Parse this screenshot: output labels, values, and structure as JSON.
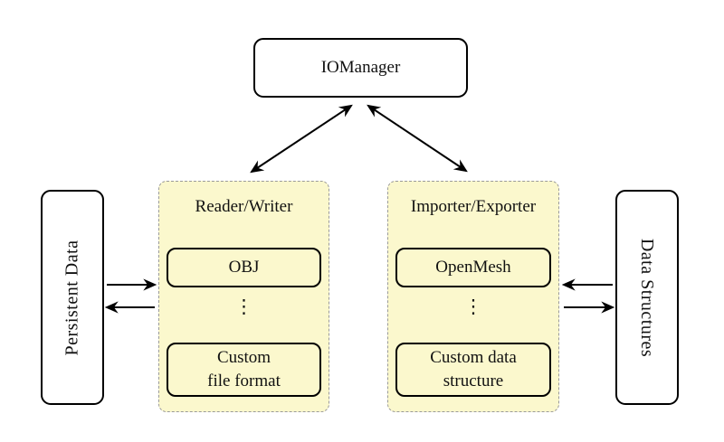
{
  "nodes": {
    "iomanager_label": "IOManager",
    "persistent_data_label": "Persistent Data",
    "data_structures_label": "Data Structures"
  },
  "panels": {
    "reader_writer": {
      "title": "Reader/Writer",
      "top_box_label": "OBJ",
      "dots": "⋮",
      "bottom_box_line1": "Custom",
      "bottom_box_line2": "file format"
    },
    "importer_exporter": {
      "title": "Importer/Exporter",
      "top_box_label": "OpenMesh",
      "dots": "⋮",
      "bottom_box_line1": "Custom data",
      "bottom_box_line2": "structure"
    }
  },
  "colors": {
    "panel_fill": "#fbf8cd",
    "panel_border": "#9a9a9a",
    "box_border": "#000000",
    "node_fill": "#ffffff",
    "arrow": "#000000"
  }
}
